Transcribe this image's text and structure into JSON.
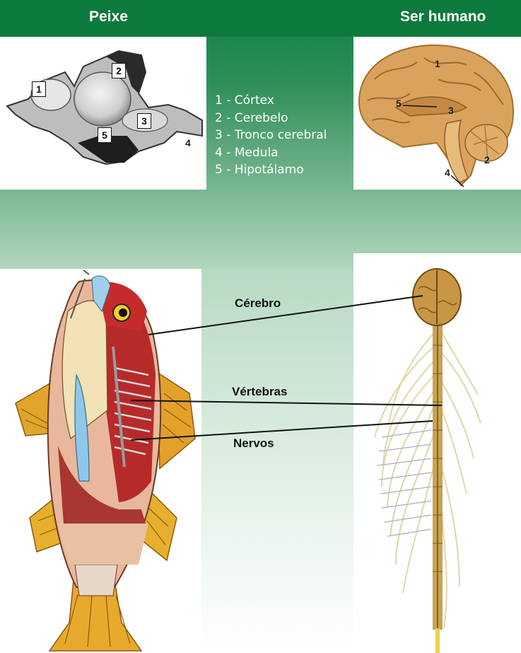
{
  "header": {
    "fish_title": "Peixe",
    "human_title": "Ser humano"
  },
  "legend": [
    {
      "label": "1 - Córtex"
    },
    {
      "label": "2 - Cerebelo"
    },
    {
      "label": "3 - Tronco cerebral"
    },
    {
      "label": "4 - Medula"
    },
    {
      "label": "5 - Hipotálamo"
    }
  ],
  "fish_brain_numbers": [
    "1",
    "2",
    "3",
    "4",
    "5"
  ],
  "human_brain_numbers": [
    "1",
    "2",
    "3",
    "4",
    "5"
  ],
  "labels": {
    "brain": "Cérebro",
    "vertebrae": "Vértebras",
    "nerves": "Nervos"
  }
}
